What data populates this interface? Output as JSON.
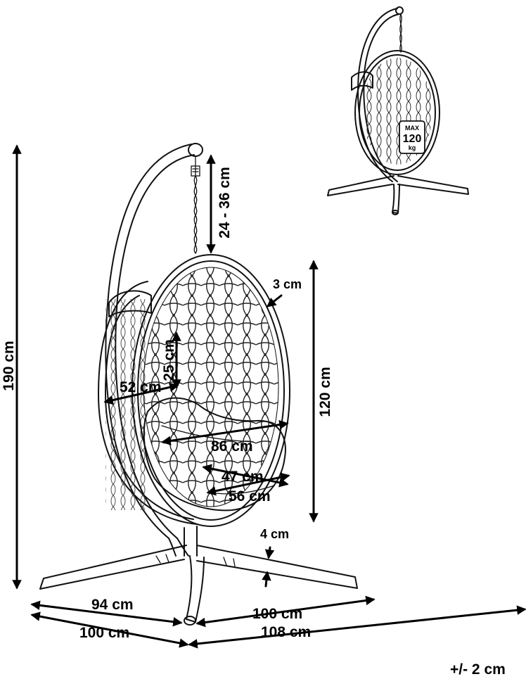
{
  "dimensions": {
    "height_total": "190 cm",
    "chain": "24 - 36 cm",
    "tube": "3 cm",
    "egg_height": "120 cm",
    "backrest": "25 cm",
    "depth": "52 cm",
    "egg_width": "86 cm",
    "seat_inner": "47 cm",
    "seat_outer": "56 cm",
    "pipe": "4 cm",
    "base_left_short": "94 cm",
    "base_left_long": "100 cm",
    "base_right_short": "100 cm",
    "base_right_long": "108 cm"
  },
  "badge": {
    "line1": "MAX",
    "line2": "120",
    "line3": "kg"
  },
  "tolerance": "+/- 2 cm"
}
